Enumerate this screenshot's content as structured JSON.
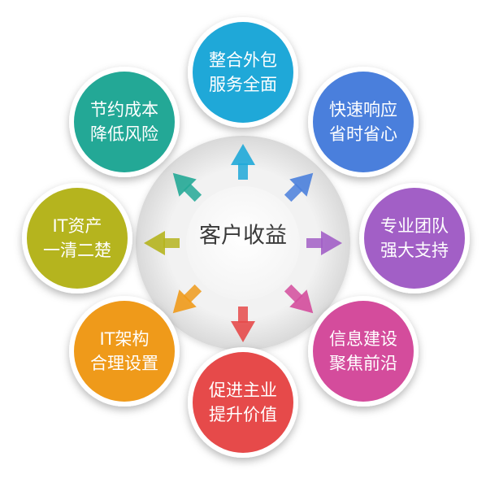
{
  "center": {
    "label": "客户收益"
  },
  "nodes": [
    {
      "id": "top",
      "line1": "整合外包",
      "line2": "服务全面",
      "color": "#1fa8d8"
    },
    {
      "id": "top-right",
      "line1": "快速响应",
      "line2": "省时省心",
      "color": "#4a7fdc"
    },
    {
      "id": "right",
      "line1": "专业团队",
      "line2": "强大支持",
      "color": "#a25fc6"
    },
    {
      "id": "bottom-right",
      "line1": "信息建设",
      "line2": "聚焦前沿",
      "color": "#d44c9c"
    },
    {
      "id": "bottom",
      "line1": "促进主业",
      "line2": "提升价值",
      "color": "#e64a4a"
    },
    {
      "id": "bottom-left",
      "line1": "IT架构",
      "line2": "合理设置",
      "color": "#ef9a1a"
    },
    {
      "id": "left",
      "line1": "IT资产",
      "line2": "一清二楚",
      "color": "#b5b41e"
    },
    {
      "id": "top-left",
      "line1": "节约成本",
      "line2": "降低风险",
      "color": "#23a896"
    }
  ]
}
